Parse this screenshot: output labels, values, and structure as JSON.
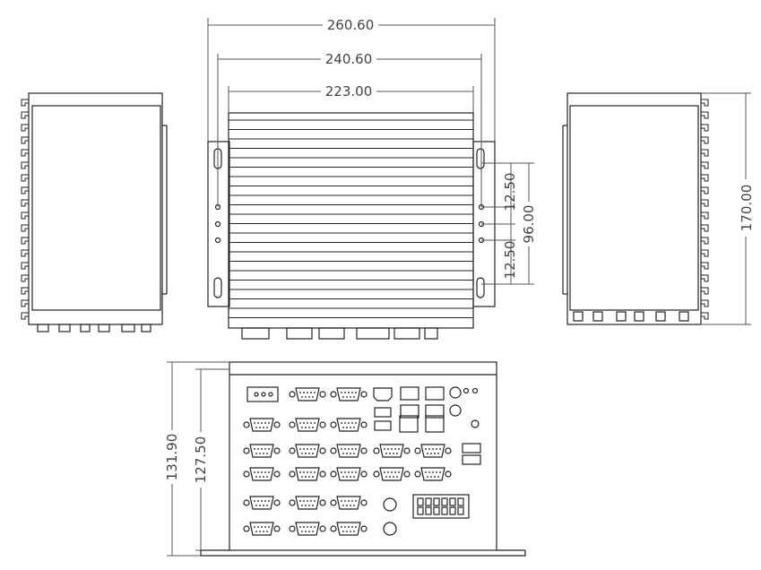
{
  "dimensions": {
    "width_outer": "260.60",
    "width_mid": "240.60",
    "width_inner": "223.00",
    "hole_top": "12.50",
    "hole_bottom": "12.50",
    "hole_span": "96.00",
    "depth": "170.00",
    "height_total": "131.90",
    "height_body": "127.50"
  },
  "colors": {
    "line": "#222222",
    "dim_line": "#555555",
    "background": "#ffffff"
  }
}
